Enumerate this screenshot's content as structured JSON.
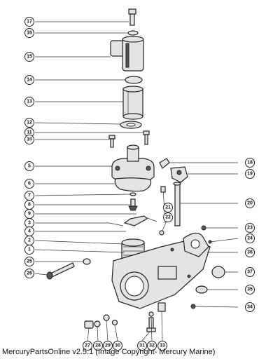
{
  "caption": "MercuryPartsOnline v2.5.1 (Image Copyright- Mercury Marine)",
  "callouts": {
    "c17": "17",
    "c16": "16",
    "c15": "15",
    "c14": "14",
    "c13": "13",
    "c12": "12",
    "c11": "11",
    "c10": "10",
    "c5": "5",
    "c6": "6",
    "c7": "7",
    "c8": "8",
    "c9": "9",
    "c3": "3",
    "c4": "4",
    "c2": "2",
    "c1": "1",
    "c25": "25",
    "c26": "26",
    "c18": "18",
    "c19": "19",
    "c21": "21",
    "c20": "20",
    "c22": "22",
    "c23": "23",
    "c24": "24",
    "c36": "36",
    "c37": "37",
    "c35": "35",
    "c34": "34",
    "b27": "27",
    "b28": "28",
    "b29": "29",
    "b30": "30",
    "b31": "31",
    "b32": "32",
    "b33": "33"
  }
}
